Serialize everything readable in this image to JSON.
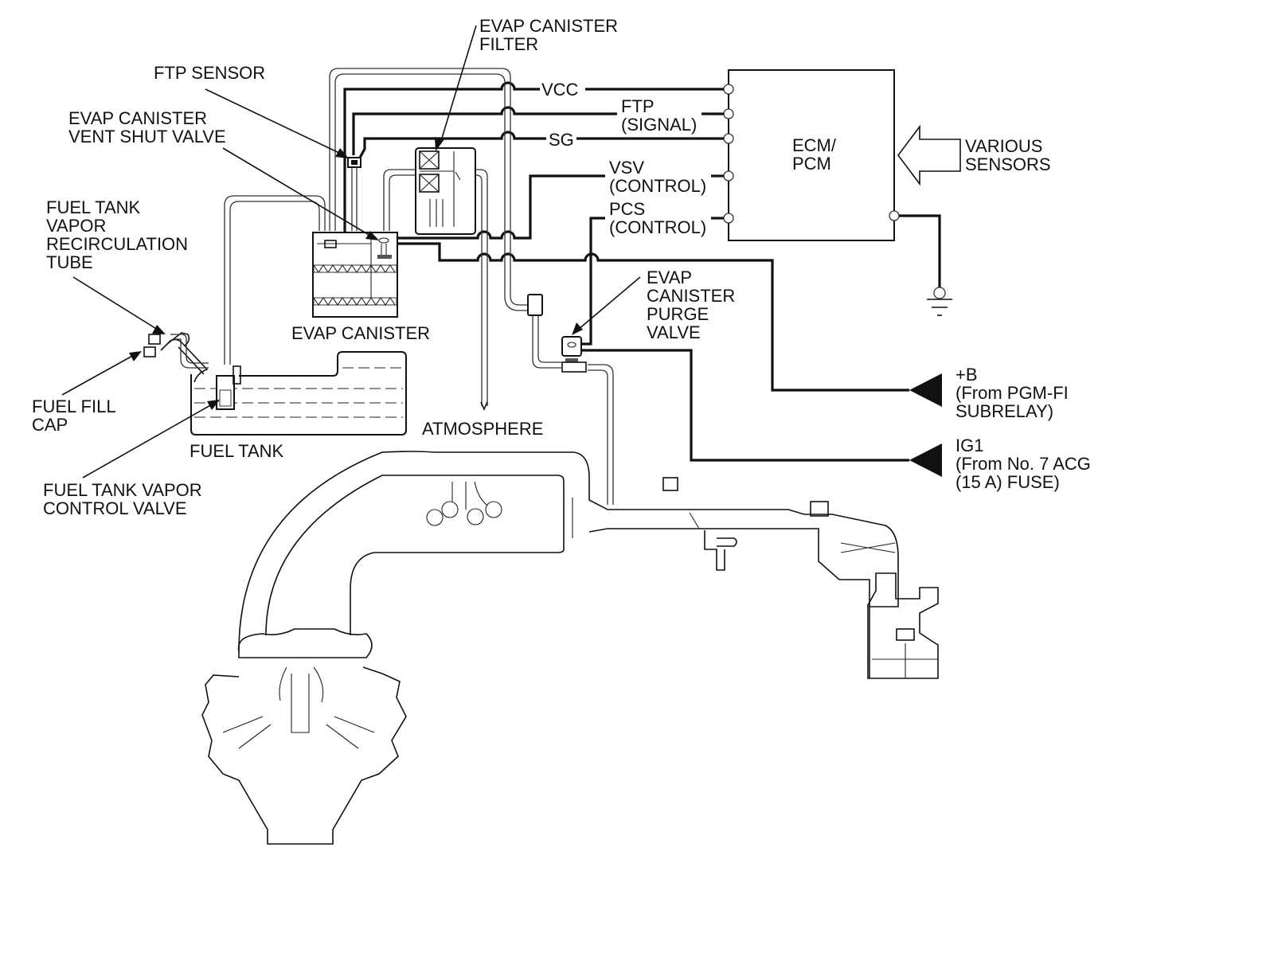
{
  "title": "EVAP System Diagram",
  "labels": {
    "evap_canister_filter": [
      "EVAP CANISTER",
      "FILTER"
    ],
    "ftp_sensor": [
      "FTP SENSOR"
    ],
    "evap_canister_vent_shut_valve": [
      "EVAP CANISTER",
      "VENT SHUT VALVE"
    ],
    "fuel_tank_vapor_recirculation_tube": [
      "FUEL TANK",
      "VAPOR",
      "RECIRCULATION",
      "TUBE"
    ],
    "evap_canister": [
      "EVAP CANISTER"
    ],
    "fuel_fill_cap": [
      "FUEL FILL",
      "CAP"
    ],
    "fuel_tank": [
      "FUEL TANK"
    ],
    "atmosphere": [
      "ATMOSPHERE"
    ],
    "fuel_tank_vapor_control_valve": [
      "FUEL TANK VAPOR",
      "CONTROL VALVE"
    ],
    "evap_canister_purge_valve": [
      "EVAP",
      "CANISTER",
      "PURGE",
      "VALVE"
    ],
    "ecm_pcm": [
      "ECM/",
      "PCM"
    ],
    "various_sensors": [
      "VARIOUS",
      "SENSORS"
    ]
  },
  "signals": {
    "vcc": [
      "VCC"
    ],
    "ftp_signal": [
      "FTP",
      "(SIGNAL)"
    ],
    "sg": [
      "SG"
    ],
    "vsv_control": [
      "VSV",
      "(CONTROL)"
    ],
    "pcs_control": [
      "PCS",
      "(CONTROL)"
    ]
  },
  "power": {
    "plus_b": [
      "+B",
      "(From PGM-FI",
      "SUBRELAY)"
    ],
    "ig1": [
      "IG1",
      "(From No. 7 ACG",
      "(15 A) FUSE)"
    ]
  },
  "colors": {
    "line": "#111111",
    "background": "#ffffff"
  }
}
